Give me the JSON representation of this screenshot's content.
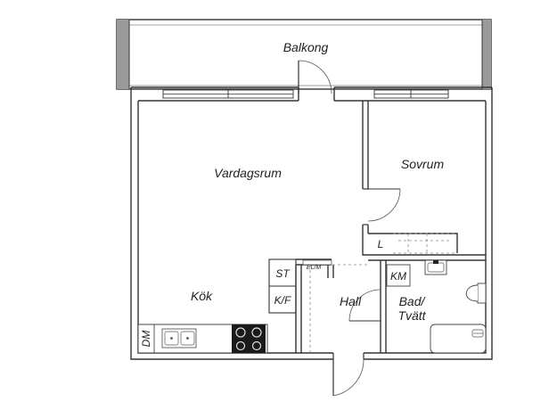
{
  "rooms": {
    "balcony": "Balkong",
    "living": "Vardagsrum",
    "bedroom": "Sovrum",
    "kitchen": "Kök",
    "hall": "Hall",
    "bath_line1": "Bad/",
    "bath_line2": "Tvätt"
  },
  "fixtures": {
    "wardrobe": "L",
    "storage": "ST",
    "fridge_freezer": "K/F",
    "washing_machine": "KM",
    "dishwasher": "DM",
    "electric_panel": "EL/M"
  }
}
